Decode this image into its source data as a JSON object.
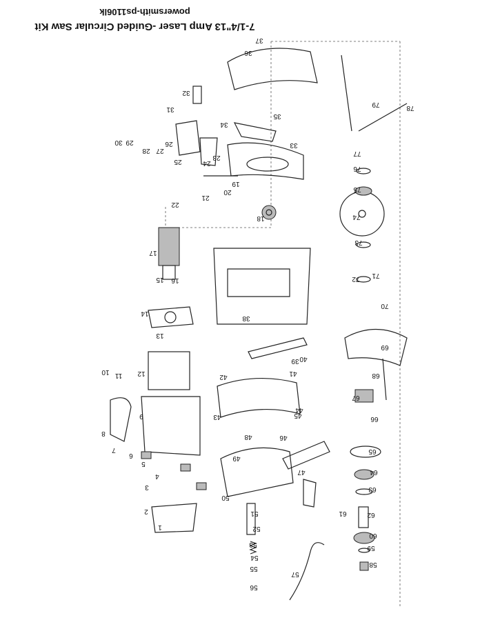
{
  "title": "7-1/4\"13 Amp Laser -Guided Circular Saw Kit",
  "subtitle": "powersmith-ps1106lk",
  "part_numbers": [
    "1",
    "2",
    "3",
    "4",
    "5",
    "6",
    "7",
    "8",
    "9",
    "10",
    "11",
    "12",
    "13",
    "14",
    "15",
    "16",
    "17",
    "18",
    "19",
    "20",
    "21",
    "22",
    "23",
    "24",
    "25",
    "26",
    "27",
    "28",
    "29",
    "30",
    "31",
    "32",
    "33",
    "34",
    "35",
    "36",
    "37",
    "38",
    "39",
    "40",
    "41",
    "42",
    "43",
    "44",
    "45",
    "46",
    "47",
    "48",
    "49",
    "50",
    "51",
    "52",
    "53",
    "54",
    "55",
    "56",
    "57",
    "58",
    "59",
    "60",
    "61",
    "62",
    "63",
    "64",
    "65",
    "66",
    "67",
    "68",
    "69",
    "70",
    "71",
    "72",
    "73",
    "74",
    "75",
    "76",
    "77",
    "78",
    "79"
  ]
}
